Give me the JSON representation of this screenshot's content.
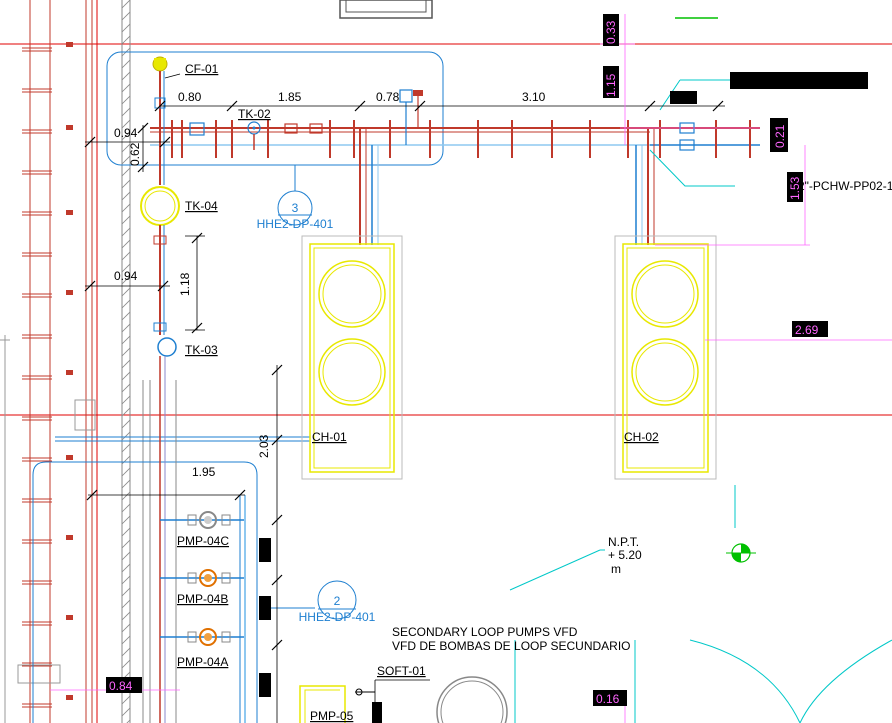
{
  "colors": {
    "background": "#ffffff",
    "red_grid": "#e00000",
    "pipe_red": "#c0392b",
    "pipe_blue": "#1e7fd0",
    "equipment_yellow": "#e8e800",
    "dimension_magenta": "#ff66ff",
    "cyan": "#00c8c8",
    "gray": "#999999"
  },
  "equipment": {
    "cf01": "CF-01",
    "tk02": "TK-02",
    "tk04": "TK-04",
    "tk03": "TK-03",
    "ch01": "CH-01",
    "ch02": "CH-02",
    "pmp04c": "PMP-04C",
    "pmp04b": "PMP-04B",
    "pmp04a": "PMP-04A",
    "soft01": "SOFT-01",
    "pmp05": "PMP-05"
  },
  "detail_callouts": {
    "callout_3": {
      "number": "3",
      "sheet": "HHE2-DP-401"
    },
    "callout_2": {
      "number": "2",
      "sheet": "HHE2-DP-401"
    }
  },
  "dimensions": {
    "d_080": "0.80",
    "d_185": "1.85",
    "d_078": "0.78",
    "d_310": "3.10",
    "d_094_top": "0.94",
    "d_062": "0.62",
    "d_094_mid": "0.94",
    "d_118": "1.18",
    "d_203": "2.03",
    "d_195": "1.95"
  },
  "magenta_dimensions": {
    "m_033": "0.33",
    "m_115": "1.15",
    "m_021": "0.21",
    "m_153": "1.53",
    "m_269": "2.69",
    "m_084": "0.84",
    "m_016": "0.16"
  },
  "annotations": {
    "pipe_tag": "2\"-PCHW-PP02-1",
    "npt_line1": "N.P.T.",
    "npt_line2": "+ 5.20",
    "npt_line3": "m",
    "note_line1": "SECONDARY LOOP PUMPS VFD",
    "note_line2": "VFD DE BOMBAS DE LOOP SECUNDARIO"
  }
}
